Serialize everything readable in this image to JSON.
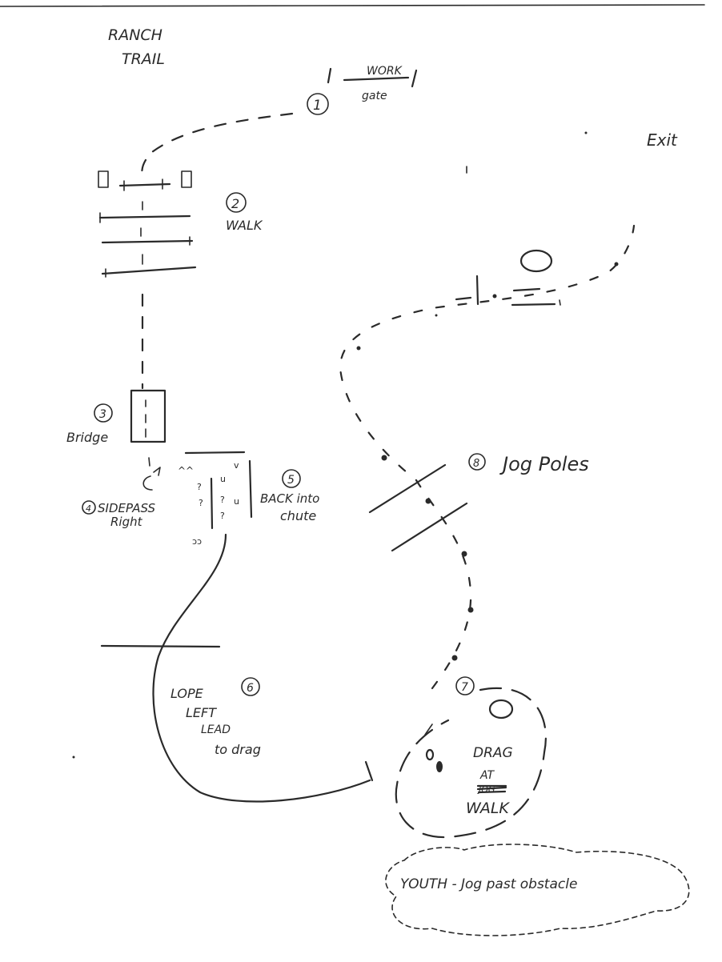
{
  "title": {
    "line1": "RANCH",
    "line2": "TRAIL"
  },
  "exit_label": "Exit",
  "obstacles": [
    {
      "num": "1",
      "lines": [
        "WORK",
        "gate"
      ]
    },
    {
      "num": "2",
      "lines": [
        "WALK"
      ]
    },
    {
      "num": "3",
      "lines": [
        "Bridge"
      ]
    },
    {
      "num": "4",
      "lines": [
        "SIDEPASS",
        "Right"
      ]
    },
    {
      "num": "5",
      "lines": [
        "BACK into",
        "chute"
      ]
    },
    {
      "num": "6",
      "lines": [
        "LOPE",
        "LEFT",
        "LEAD",
        "to drag"
      ]
    },
    {
      "num": "7",
      "lines": [
        "DRAG",
        "AT",
        "WALK"
      ]
    },
    {
      "num": "8",
      "lines": [
        "Jog Poles"
      ]
    }
  ],
  "struck_word": "JOG",
  "note": "YOUTH - Jog past obstacle"
}
